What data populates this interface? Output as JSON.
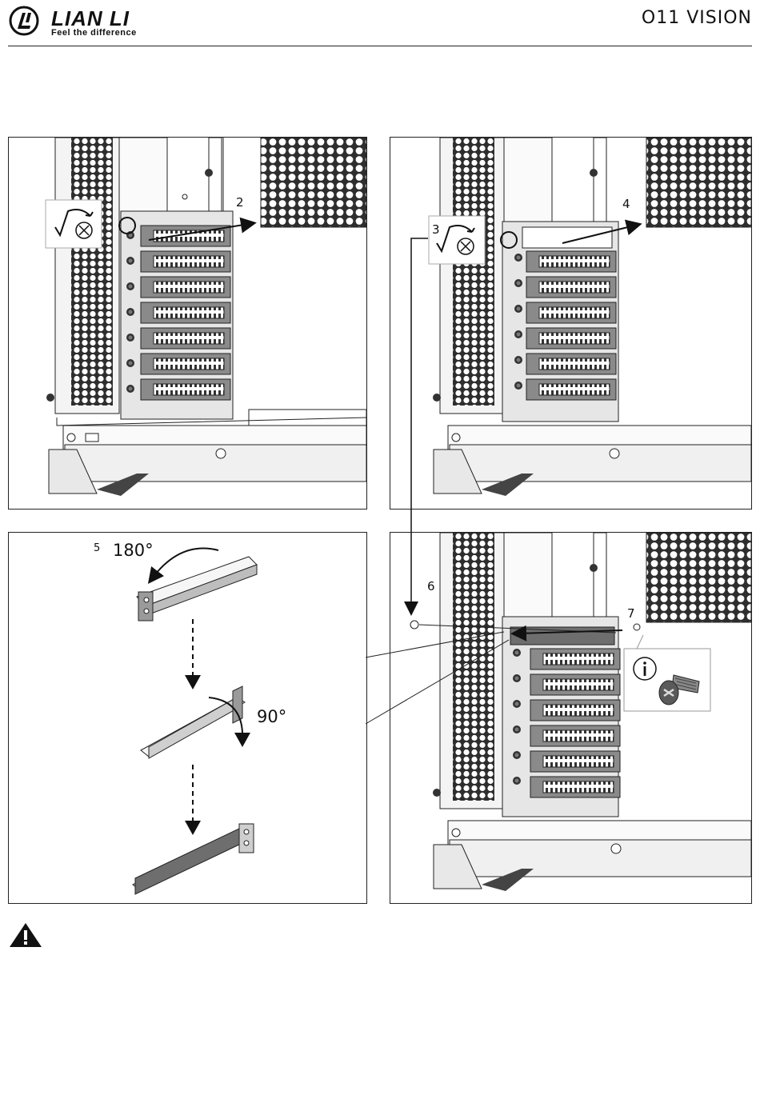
{
  "header": {
    "brand": "LIAN LI",
    "tagline": "Feel the difference",
    "model": "O11 VISION"
  },
  "steps": {
    "s2": "2",
    "s3": "3",
    "s4": "4",
    "s5": "5",
    "s6": "6",
    "s7": "7",
    "angle1": "180°",
    "angle2": "90°"
  },
  "icons": {
    "logo": "lian-li-logo",
    "screw_remove": "screw-loosen-icon",
    "info": "info-icon",
    "screw": "countersunk-screw-icon",
    "warning": "warning-triangle-icon"
  },
  "colors": {
    "line": "#222222",
    "mesh": "#3a3a3a",
    "plate": "#5a5a5a",
    "arrow": "#111111"
  }
}
